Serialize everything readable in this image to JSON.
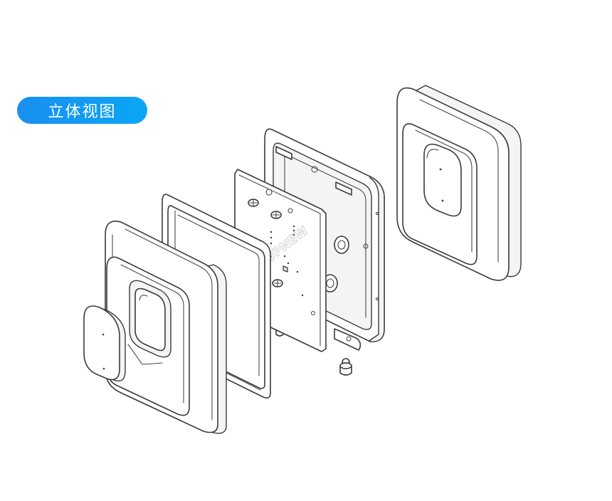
{
  "badge": {
    "label": "立体视图",
    "color": "#1a8ff0"
  },
  "watermark": {
    "text": "UPNEW"
  },
  "icons": [
    "exploded-view-diagram"
  ]
}
